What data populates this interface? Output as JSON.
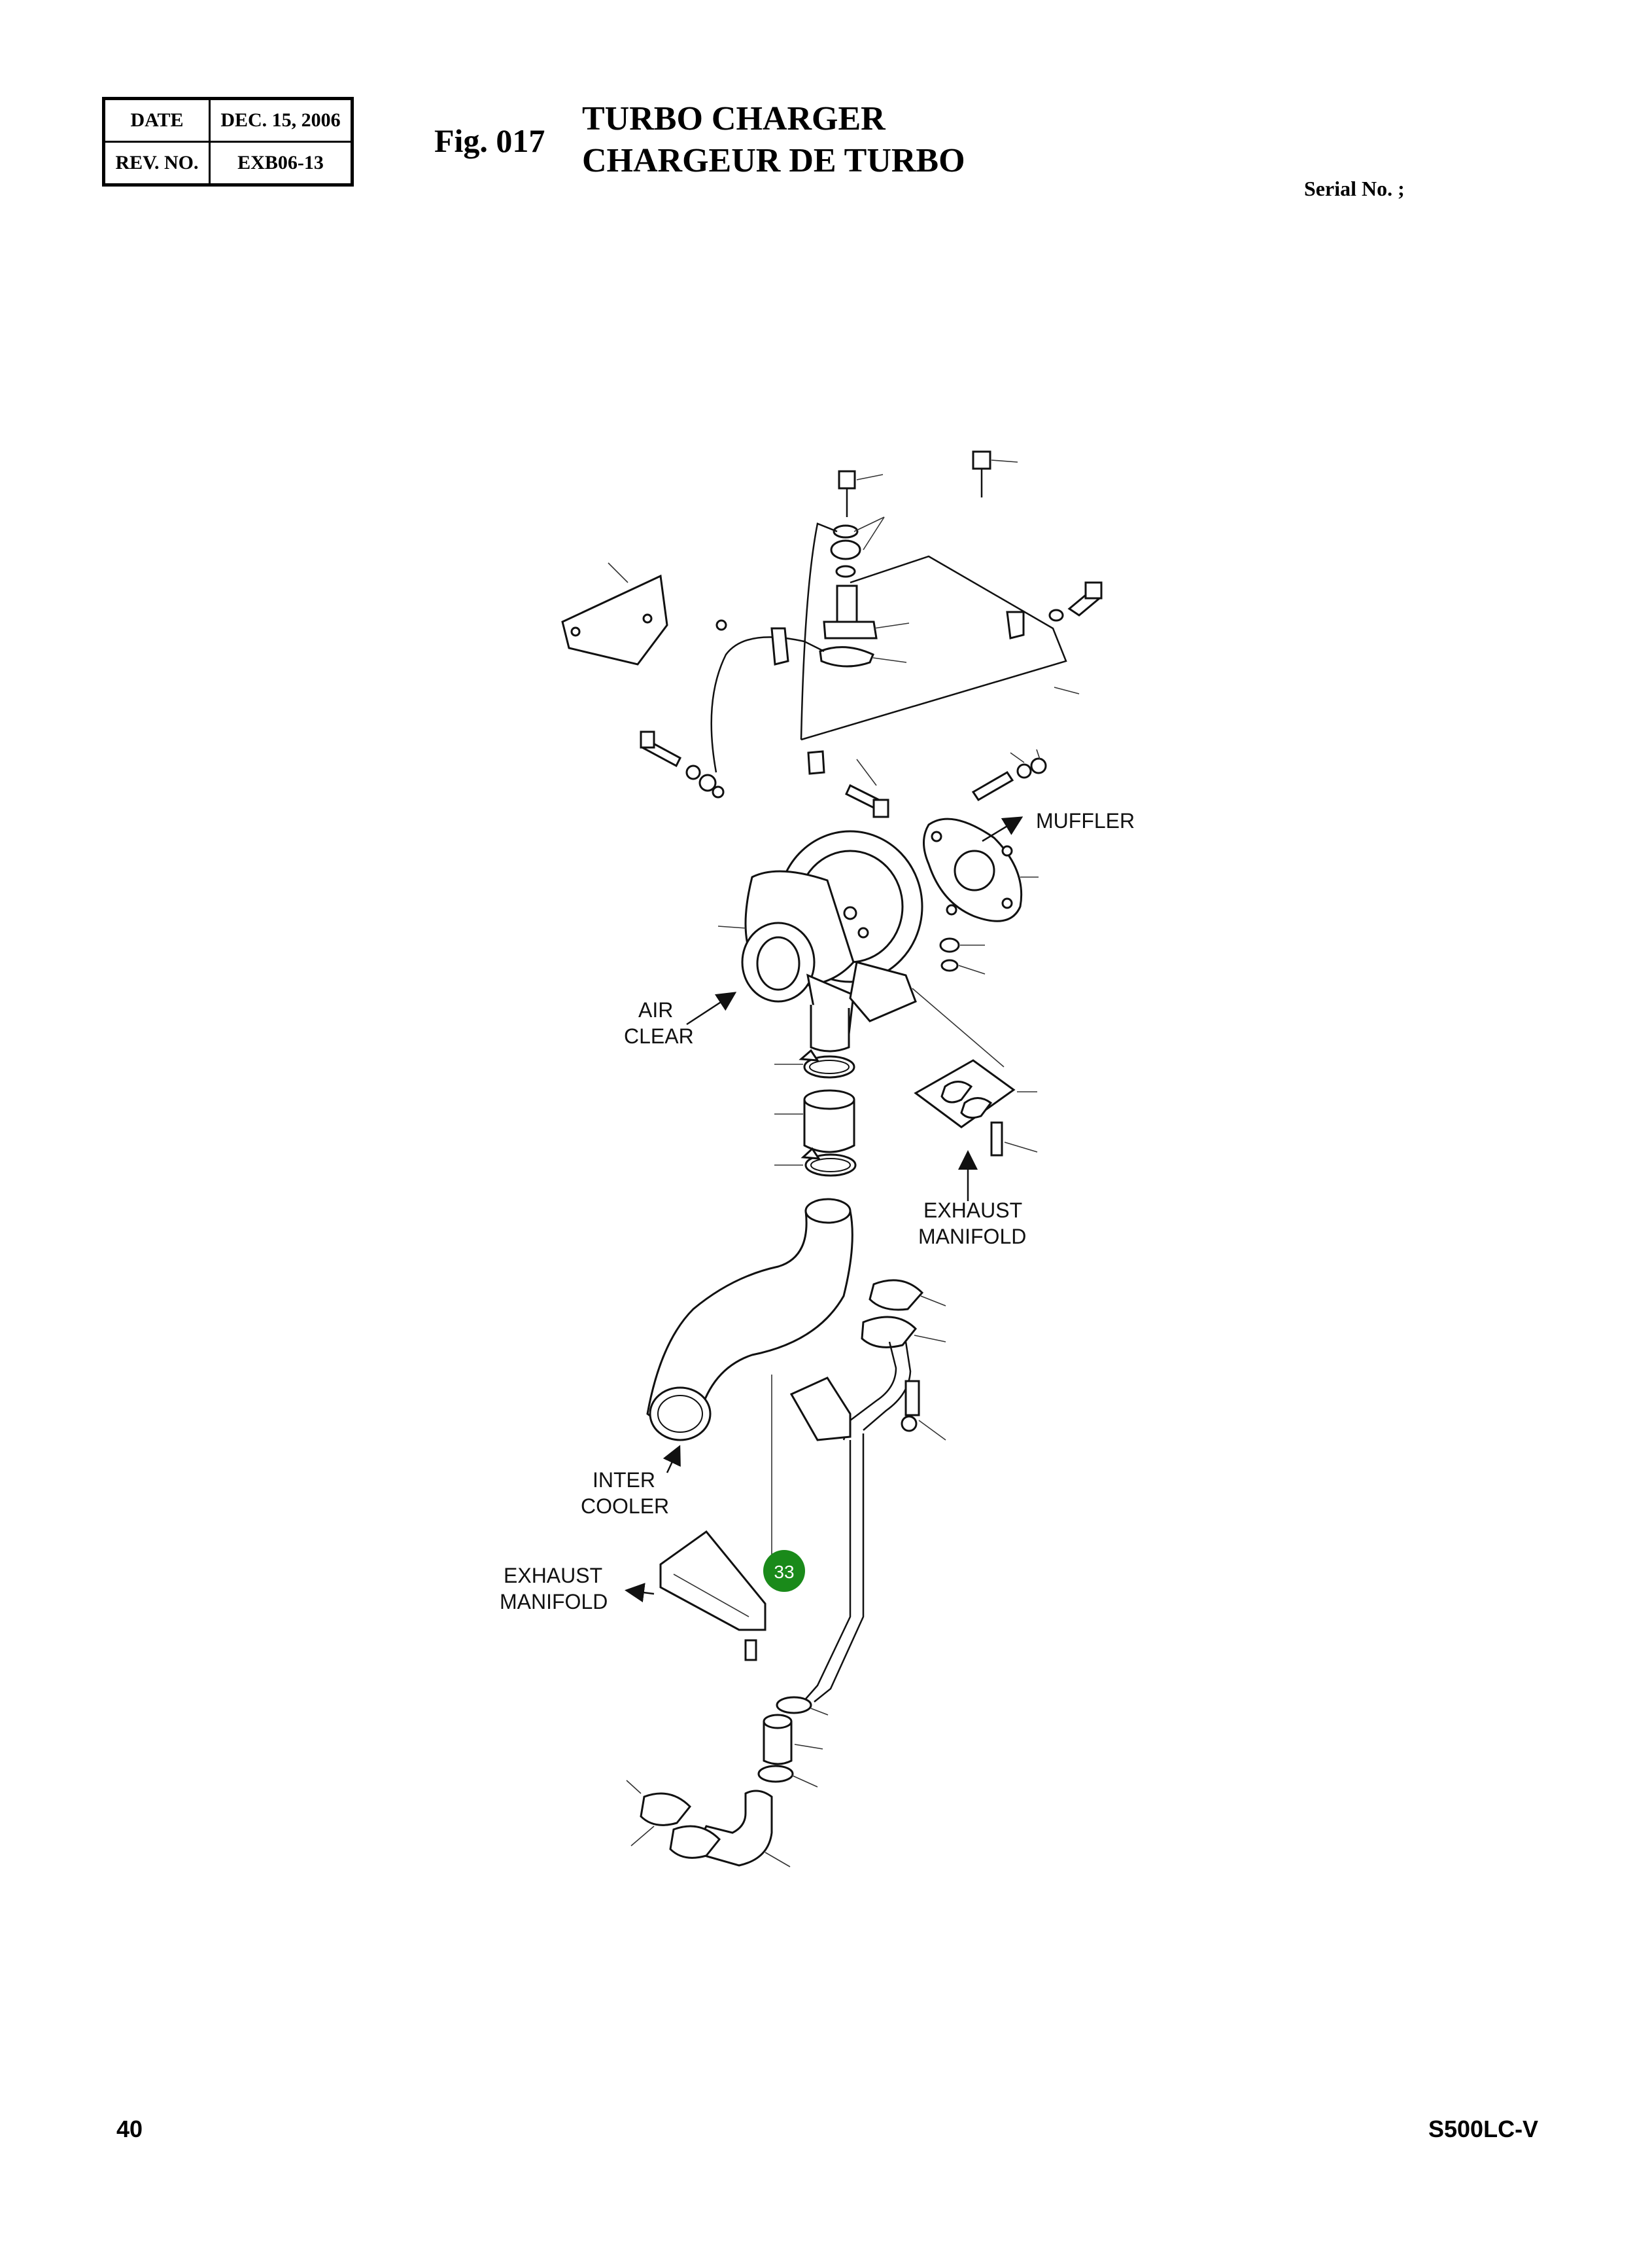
{
  "header": {
    "date_label": "DATE",
    "date_value": "DEC. 15, 2006",
    "rev_label": "REV. NO.",
    "rev_value": "EXB06-13"
  },
  "figure": {
    "number": "Fig. 017",
    "title_en": "TURBO CHARGER",
    "title_fr": "CHARGEUR DE TURBO",
    "serial": "Serial No. ;"
  },
  "diagram": {
    "labels": {
      "muffler": "MUFFLER",
      "air_clear_1": "AIR",
      "air_clear_2": "CLEAR",
      "exhaust_manifold_right_1": "EXHAUST",
      "exhaust_manifold_right_2": "MANIFOLD",
      "inter_cooler_1": "INTER",
      "inter_cooler_2": "COOLER",
      "exhaust_manifold_left_1": "EXHAUST",
      "exhaust_manifold_left_2": "MANIFOLD"
    },
    "callout": {
      "number": "33",
      "color": "#1a8a1a"
    }
  },
  "footer": {
    "page": "40",
    "model": "S500LC-V"
  }
}
